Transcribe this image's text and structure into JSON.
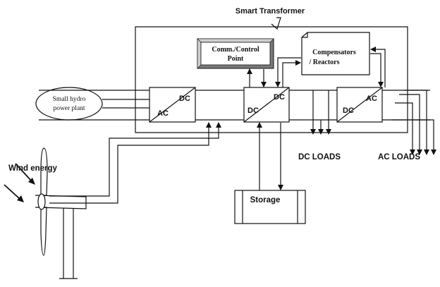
{
  "title": "Smart Transformer",
  "comm_control": {
    "line1": "Comm./Control",
    "line2": "Point"
  },
  "compensators": {
    "line1": "Compensators",
    "line2": "/ Reactors"
  },
  "hydro": {
    "line1": "Small hydro",
    "line2": "power plant"
  },
  "converter1": {
    "top": "DC",
    "bottom": "AC"
  },
  "converter2": {
    "top": "DC",
    "bottom": "DC"
  },
  "converter3": {
    "top": "AC",
    "bottom": "DC"
  },
  "storage": "Storage",
  "dc_loads": "DC LOADS",
  "ac_loads": "AC LOADS",
  "wind": "Wind energy"
}
